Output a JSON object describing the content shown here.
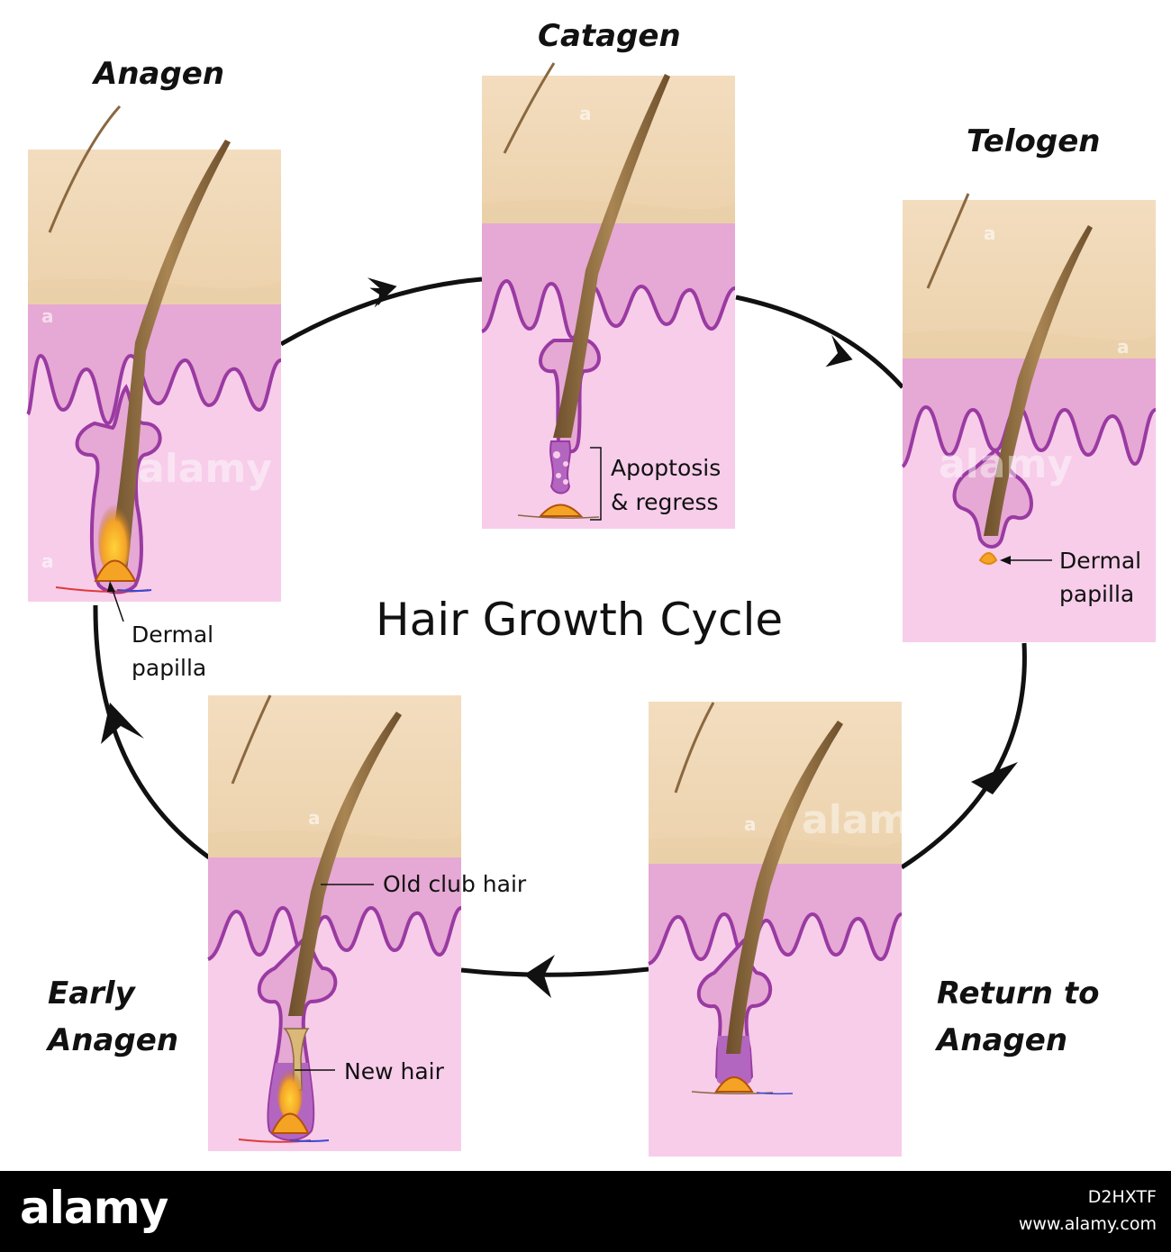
{
  "title": "Hair Growth Cycle",
  "stages": {
    "anagen": "Anagen",
    "catagen": "Catagen",
    "telogen": "Telogen",
    "return_line1": "Return to",
    "return_line2": "Anagen",
    "early_line1": "Early",
    "early_line2": "Anagen"
  },
  "annotations": {
    "dermal_papilla_line1": "Dermal",
    "dermal_papilla_line2": "papilla",
    "apoptosis_line1": "Apoptosis",
    "apoptosis_line2": "& regress",
    "old_club_hair": "Old club hair",
    "new_hair": "New hair"
  },
  "watermark": {
    "brand": "alamy",
    "mark": "a"
  },
  "footer": {
    "brand": "alamy",
    "image_id": "D2HXTF",
    "url": "www.alamy.com"
  },
  "colors": {
    "epidermis": "#f1dcbd",
    "dermis_upper": "#e6a8d4",
    "dermis_lower": "#f7cdea",
    "follicle_outline": "#9a3aa2",
    "follicle_fill": "#b366c0",
    "hair_shaft": "#8a6840",
    "papilla": "#f4a325",
    "arrow": "#111111"
  }
}
